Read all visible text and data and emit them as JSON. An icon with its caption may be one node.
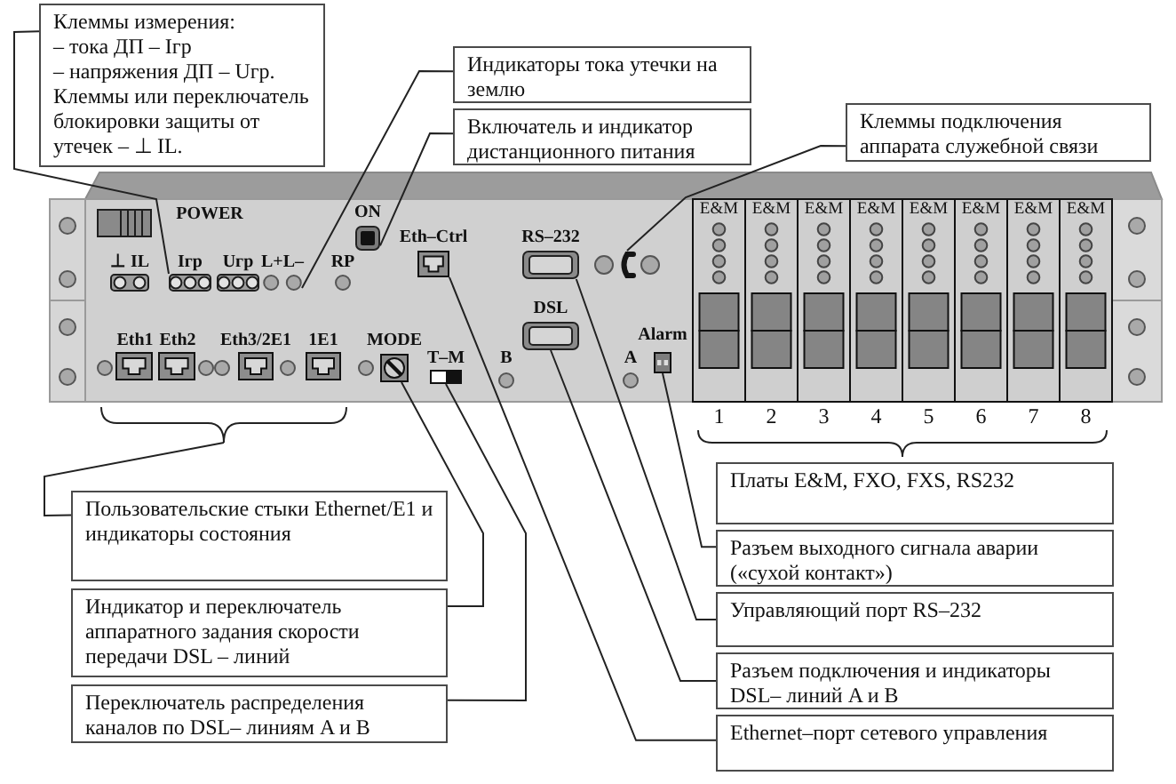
{
  "diagram": {
    "nodes": [
      {
        "text": [
          "Клеммы измерения:",
          "– тока ДП – Iгр",
          "– напряжения ДП – Uгр.",
          "Клеммы или переключатель блокировки защиты от утечек – ⊥ IL."
        ]
      },
      {
        "text": [
          "Индикаторы тока утечки на землю"
        ]
      },
      {
        "text": [
          "Включатель и индикатор дистанционного питания"
        ]
      },
      {
        "text": [
          "Клеммы подключения аппарата служебной связи"
        ]
      },
      {
        "text": [],
        "shape": "terminal"
      },
      {
        "text": [],
        "shape": "circle"
      },
      {
        "text": [],
        "shape": "button"
      },
      {
        "text": [],
        "shape": "port"
      },
      {
        "text": [],
        "shape": "port"
      },
      {
        "text": [],
        "shape": "picture"
      },
      {
        "text": [],
        "shape": "port"
      },
      {
        "text": [],
        "shape": "port"
      },
      {
        "text": [],
        "shape": "port"
      },
      {
        "text": [],
        "shape": "port"
      },
      {
        "text": [],
        "shape": "port"
      },
      {
        "text": [],
        "shape": "knob"
      },
      {
        "text": [],
        "shape": "switch"
      },
      {
        "text": [],
        "shape": "connector"
      },
      {
        "text": [],
        "shape": "brace"
      },
      {
        "text": [
          "Пользовательские стыки Ethernet/E1 и индикаторы состояния"
        ]
      },
      {
        "text": [
          "Индикатор и переключатель аппаратного задания скорости передачи DSL – линий"
        ]
      },
      {
        "text": [
          "Переключатель распределения каналов по DSL– линиям A и B"
        ]
      },
      {
        "text": [
          "Платы E&M, FXO, FXS, RS232"
        ]
      },
      {
        "text": [
          "Разъем выходного сигнала аварии («сухой контакт»)"
        ]
      },
      {
        "text": [
          "Управляющий порт RS–232"
        ]
      },
      {
        "text": [
          "Разъем подключения и индикаторы DSL– линий A и B"
        ]
      },
      {
        "text": [
          "Ethernet–порт сетевого управления"
        ]
      }
    ],
    "edges": [
      {
        "from": 0,
        "to": 4,
        "arrow": "none"
      },
      {
        "from": 1,
        "to": 5,
        "arrow": "none"
      },
      {
        "from": 2,
        "to": 6,
        "arrow": "none"
      },
      {
        "from": 3,
        "to": 9,
        "arrow": "none"
      },
      {
        "from": 19,
        "to": 18,
        "arrow": "none"
      },
      {
        "from": 20,
        "to": 15,
        "arrow": "none"
      },
      {
        "from": 21,
        "to": 16,
        "arrow": "none"
      },
      {
        "from": 23,
        "to": 17,
        "arrow": "none"
      },
      {
        "from": 24,
        "to": 8,
        "arrow": "none"
      },
      {
        "from": 25,
        "to": 10,
        "arrow": "none"
      },
      {
        "from": 26,
        "to": 7,
        "arrow": "none"
      }
    ],
    "labels": [
      "POWER",
      "ON",
      "Eth–Ctrl",
      "RS–232",
      "E&M",
      "E&M",
      "E&M",
      "E&M",
      "E&M",
      "E&M",
      "E&M",
      "E&M",
      "⊥ IL",
      "Iгр",
      "Uгр",
      "L+L–",
      "RP",
      "DSL",
      "Eth1",
      "Eth2",
      "Eth3/2E1",
      "1E1",
      "MODE",
      "Alarm",
      "T–M",
      "B",
      "A",
      "1",
      "2",
      "3",
      "4",
      "5",
      "6",
      "7",
      "8"
    ]
  }
}
